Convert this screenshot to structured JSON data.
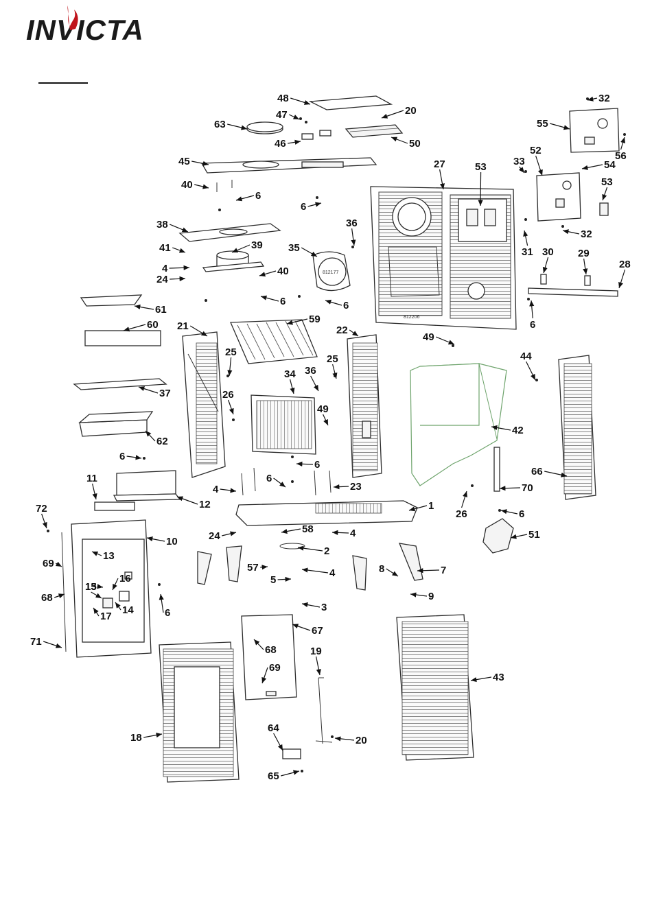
{
  "brand": {
    "name": "INVICTA",
    "primary_color": "#1a1a1a",
    "accent_color": "#c0141b"
  },
  "callouts": [
    {
      "id": "48",
      "label": "48"
    },
    {
      "id": "20a",
      "label": "20"
    },
    {
      "id": "47",
      "label": "47"
    },
    {
      "id": "63",
      "label": "63"
    },
    {
      "id": "46",
      "label": "46"
    },
    {
      "id": "50",
      "label": "50"
    },
    {
      "id": "32a",
      "label": "32"
    },
    {
      "id": "55",
      "label": "55"
    },
    {
      "id": "56",
      "label": "56"
    },
    {
      "id": "45",
      "label": "45"
    },
    {
      "id": "27",
      "label": "27"
    },
    {
      "id": "53a",
      "label": "53"
    },
    {
      "id": "33",
      "label": "33"
    },
    {
      "id": "52",
      "label": "52"
    },
    {
      "id": "54",
      "label": "54"
    },
    {
      "id": "53b",
      "label": "53"
    },
    {
      "id": "40a",
      "label": "40"
    },
    {
      "id": "6a",
      "label": "6"
    },
    {
      "id": "6b",
      "label": "6"
    },
    {
      "id": "36a",
      "label": "36"
    },
    {
      "id": "38",
      "label": "38"
    },
    {
      "id": "32b",
      "label": "32"
    },
    {
      "id": "41",
      "label": "41"
    },
    {
      "id": "39",
      "label": "39"
    },
    {
      "id": "35",
      "label": "35"
    },
    {
      "id": "31",
      "label": "31"
    },
    {
      "id": "30",
      "label": "30"
    },
    {
      "id": "29",
      "label": "29"
    },
    {
      "id": "28",
      "label": "28"
    },
    {
      "id": "4a",
      "label": "4"
    },
    {
      "id": "40b",
      "label": "40"
    },
    {
      "id": "24a",
      "label": "24"
    },
    {
      "id": "6c",
      "label": "6"
    },
    {
      "id": "6d",
      "label": "6"
    },
    {
      "id": "61",
      "label": "61"
    },
    {
      "id": "6e",
      "label": "6"
    },
    {
      "id": "60",
      "label": "60"
    },
    {
      "id": "21",
      "label": "21"
    },
    {
      "id": "59",
      "label": "59"
    },
    {
      "id": "22",
      "label": "22"
    },
    {
      "id": "49a",
      "label": "49"
    },
    {
      "id": "25a",
      "label": "25"
    },
    {
      "id": "25b",
      "label": "25"
    },
    {
      "id": "34",
      "label": "34"
    },
    {
      "id": "36b",
      "label": "36"
    },
    {
      "id": "44",
      "label": "44"
    },
    {
      "id": "37",
      "label": "37"
    },
    {
      "id": "26a",
      "label": "26"
    },
    {
      "id": "49b",
      "label": "49"
    },
    {
      "id": "42",
      "label": "42"
    },
    {
      "id": "62",
      "label": "62"
    },
    {
      "id": "6f",
      "label": "6"
    },
    {
      "id": "6g",
      "label": "6"
    },
    {
      "id": "66",
      "label": "66"
    },
    {
      "id": "11",
      "label": "11"
    },
    {
      "id": "6h",
      "label": "6"
    },
    {
      "id": "4b",
      "label": "4"
    },
    {
      "id": "23",
      "label": "23"
    },
    {
      "id": "70",
      "label": "70"
    },
    {
      "id": "12",
      "label": "12"
    },
    {
      "id": "1",
      "label": "1"
    },
    {
      "id": "72",
      "label": "72"
    },
    {
      "id": "26b",
      "label": "26"
    },
    {
      "id": "6i",
      "label": "6"
    },
    {
      "id": "24b",
      "label": "24"
    },
    {
      "id": "58",
      "label": "58"
    },
    {
      "id": "4c",
      "label": "4"
    },
    {
      "id": "51",
      "label": "51"
    },
    {
      "id": "10",
      "label": "10"
    },
    {
      "id": "2",
      "label": "2"
    },
    {
      "id": "13a",
      "label": "13"
    },
    {
      "id": "69a",
      "label": "69"
    },
    {
      "id": "57",
      "label": "57"
    },
    {
      "id": "8",
      "label": "8"
    },
    {
      "id": "7",
      "label": "7"
    },
    {
      "id": "13b",
      "label": "13"
    },
    {
      "id": "16",
      "label": "16"
    },
    {
      "id": "4d",
      "label": "4"
    },
    {
      "id": "5",
      "label": "5"
    },
    {
      "id": "15",
      "label": "15"
    },
    {
      "id": "9",
      "label": "9"
    },
    {
      "id": "14",
      "label": "14"
    },
    {
      "id": "68a",
      "label": "68"
    },
    {
      "id": "3",
      "label": "3"
    },
    {
      "id": "6j",
      "label": "6"
    },
    {
      "id": "17",
      "label": "17"
    },
    {
      "id": "67",
      "label": "67"
    },
    {
      "id": "71",
      "label": "71"
    },
    {
      "id": "68b",
      "label": "68"
    },
    {
      "id": "19",
      "label": "19"
    },
    {
      "id": "69b",
      "label": "69"
    },
    {
      "id": "43",
      "label": "43"
    },
    {
      "id": "64",
      "label": "64"
    },
    {
      "id": "18",
      "label": "18"
    },
    {
      "id": "20b",
      "label": "20"
    },
    {
      "id": "65",
      "label": "65"
    }
  ],
  "part_markings": {
    "rear_panel_code": "812206",
    "flue_plate_code": "812177"
  }
}
